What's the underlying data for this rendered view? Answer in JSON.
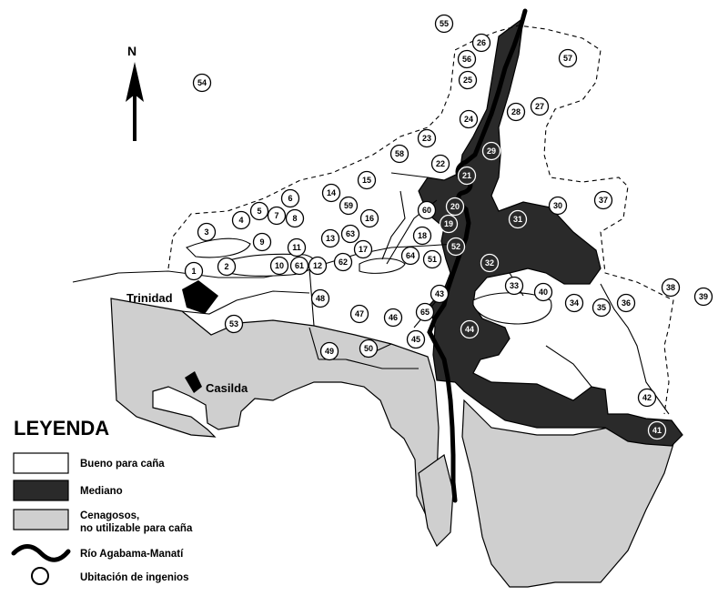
{
  "north": "N",
  "towns": {
    "trinidad": "Trinidad",
    "casilda": "Casilda"
  },
  "legend": {
    "title": "LEYENDA",
    "items": [
      {
        "label": "Bueno para caña",
        "swatch": "#ffffff"
      },
      {
        "label": "Mediano",
        "swatch": "#2a2a2a"
      },
      {
        "label": "Cenagosos,",
        "label_line2": "no utilizable para caña",
        "swatch": "#cfcfcf"
      },
      {
        "label": "Río Agabama-Manatí",
        "swatch": "river"
      },
      {
        "label": "Ubitación de ingenios",
        "swatch": "circle"
      }
    ]
  },
  "mills": [
    "1",
    "2",
    "3",
    "4",
    "5",
    "6",
    "7",
    "8",
    "9",
    "10",
    "11",
    "12",
    "13",
    "14",
    "15",
    "16",
    "17",
    "18",
    "19",
    "20",
    "21",
    "22",
    "23",
    "24",
    "25",
    "26",
    "27",
    "28",
    "29",
    "30",
    "31",
    "32",
    "33",
    "34",
    "35",
    "36",
    "37",
    "38",
    "39",
    "40",
    "41",
    "42",
    "43",
    "44",
    "45",
    "46",
    "47",
    "48",
    "49",
    "50",
    "51",
    "52",
    "53",
    "54",
    "55",
    "56",
    "57",
    "58",
    "59",
    "60",
    "61",
    "62",
    "63",
    "64",
    "65"
  ],
  "colors": {
    "good": "#ffffff",
    "medium": "#2a2a2a",
    "swamp": "#cfcfcf",
    "river": "#000000"
  }
}
